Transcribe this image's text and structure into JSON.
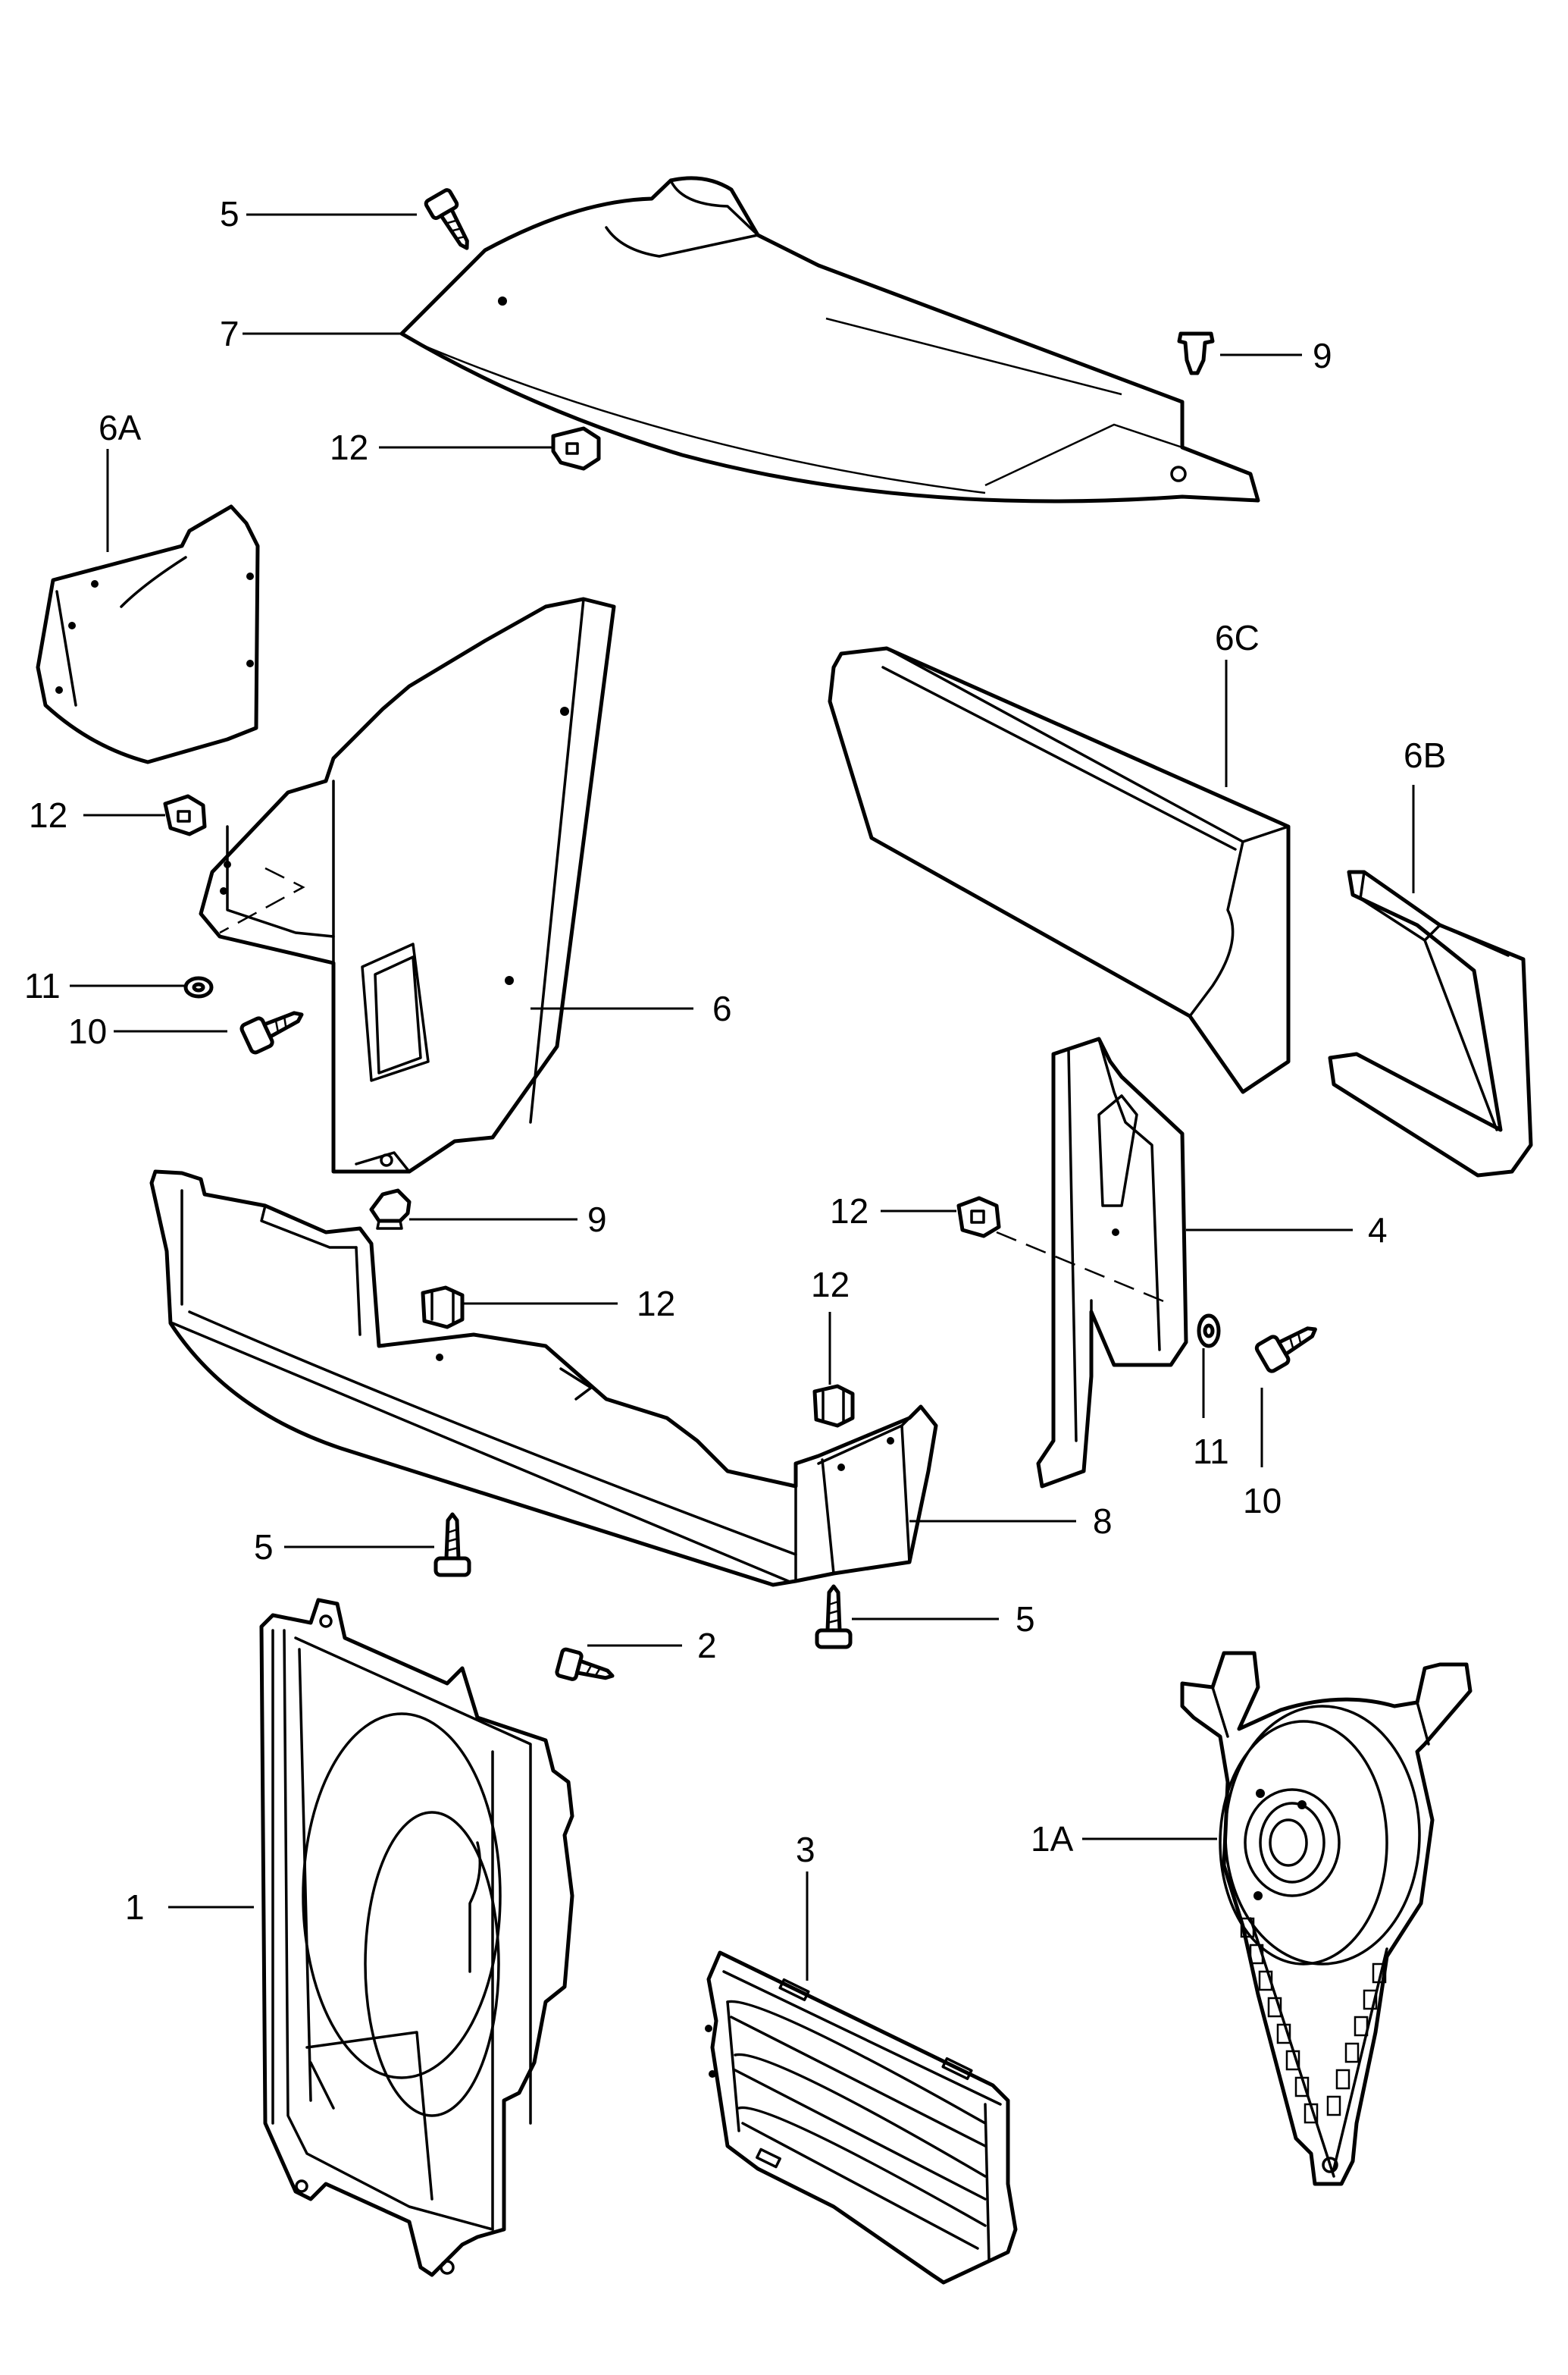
{
  "callouts": {
    "c_1": "1",
    "c_1A": "1A",
    "c_2": "2",
    "c_3": "3",
    "c_4": "4",
    "c_5": "5",
    "c_6": "6",
    "c_6A": "6A",
    "c_6B": "6B",
    "c_6C": "6C",
    "c_7": "7",
    "c_8": "8",
    "c_9": "9",
    "c_10": "10",
    "c_11": "11",
    "c_12": "12"
  }
}
